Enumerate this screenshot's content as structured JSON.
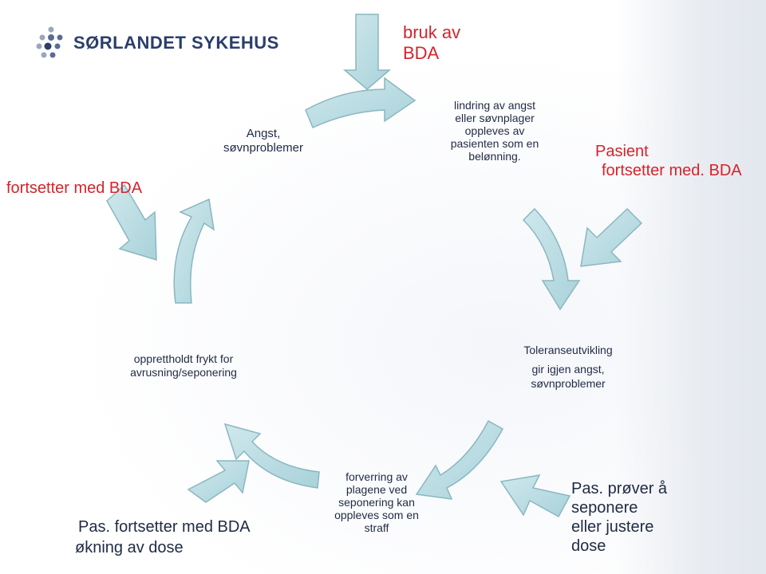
{
  "logo": {
    "text": "SØRLANDET SYKEHUS"
  },
  "colors": {
    "accent": "#d6232c",
    "arrow_fill": "#b9dde3",
    "arrow_stroke": "#8ab7c0",
    "text": "#1f2a44"
  },
  "labels": {
    "bruk_line1": "bruk av",
    "bruk_line2": "BDA",
    "lindring": [
      "lindring av angst",
      "eller søvnplager",
      "oppleves av",
      "pasienten som en",
      "belønning."
    ],
    "pasient_line1": "Pasient",
    "pasient_line2": "fortsetter med. BDA",
    "angst_line1": "Angst,",
    "angst_line2": "søvnproblemer",
    "fortsetter_left": "fortsetter med BDA",
    "opprettholdt_line1": "opprettholdt frykt for",
    "opprettholdt_line2": "avrusning/seponering",
    "toleranse_line1": "Toleranseutvikling",
    "toleranse_line2": "gir igjen angst,",
    "toleranse_line3": "søvnproblemer",
    "pas_fortsetter_line1": "Pas. fortsetter med BDA",
    "pas_fortsetter_line2": "økning av dose",
    "forverring": [
      "forverring av",
      "plagene ved",
      "seponering kan",
      "oppleves som en",
      "straff"
    ],
    "pas_prover": [
      "Pas. prøver å",
      "seponere",
      "eller justere",
      "dose"
    ]
  },
  "arrows": [
    {
      "name": "top-down-arrow",
      "direction": "down"
    },
    {
      "name": "cycle-arrow-top",
      "direction": "right"
    },
    {
      "name": "cycle-arrow-right",
      "direction": "down"
    },
    {
      "name": "cycle-arrow-bottom-right",
      "direction": "left"
    },
    {
      "name": "cycle-arrow-bottom-left",
      "direction": "up-left"
    },
    {
      "name": "cycle-arrow-left",
      "direction": "up"
    },
    {
      "name": "input-arrow-top-right",
      "direction": "down-left"
    },
    {
      "name": "input-arrow-bottom-right",
      "direction": "left"
    },
    {
      "name": "input-arrow-bottom-left",
      "direction": "up-right"
    },
    {
      "name": "input-arrow-top-left",
      "direction": "down-right"
    }
  ]
}
